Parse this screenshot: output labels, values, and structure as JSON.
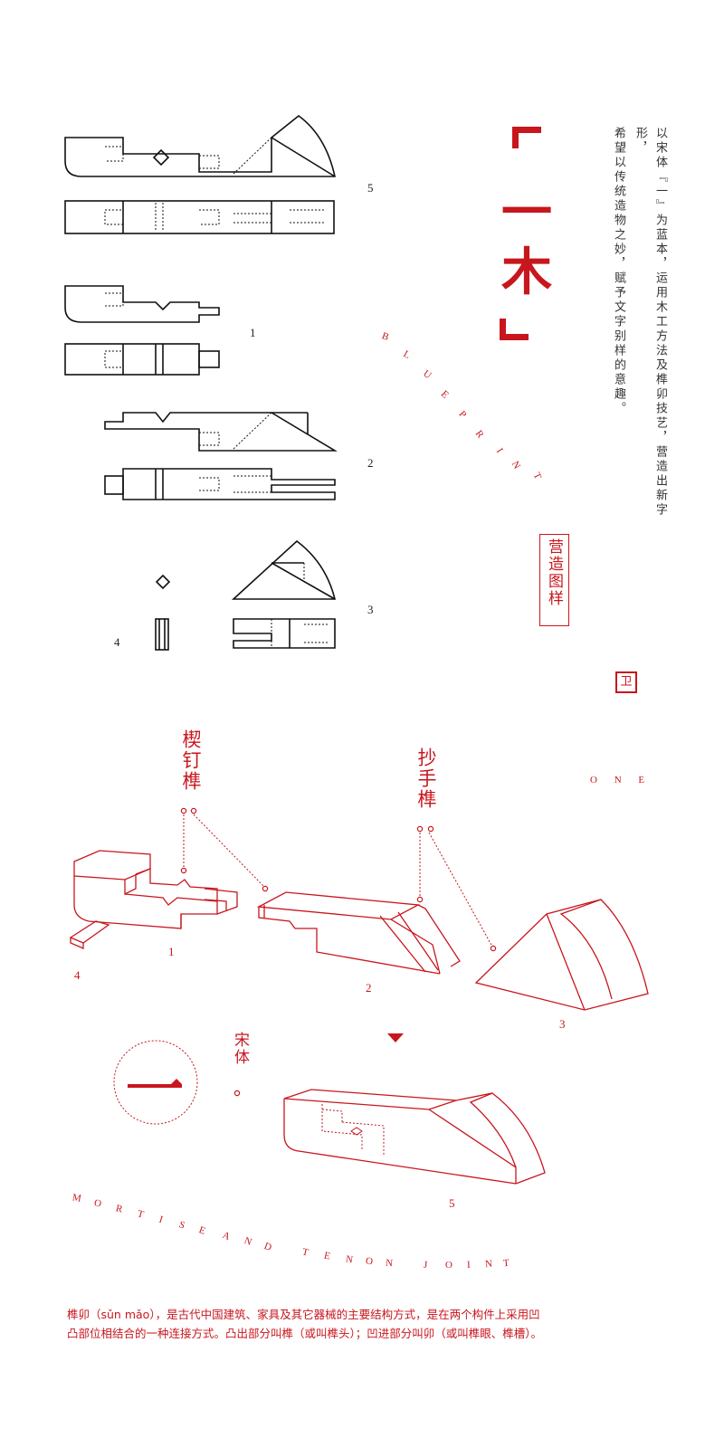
{
  "title": {
    "open": "『",
    "chars": [
      "一",
      "木"
    ],
    "close": "』"
  },
  "description_lines": [
    "以宋体『一』为蓝本，运用木工方法及榫卯技艺，营造出新字形，",
    "希望以传统造物之妙，赋予文字别样的意趣。"
  ],
  "stamp": "营造图样",
  "blueprint_letters": [
    "B",
    "L",
    "U",
    "E",
    "P",
    "R",
    "I",
    "N",
    "T"
  ],
  "one_label": "O N E",
  "mark_glyph": "卫",
  "blueprint_numbers": {
    "n5": "5",
    "n1": "1",
    "n2": "2",
    "n3": "3",
    "n4": "4"
  },
  "labels": {
    "xieding": "楔钉榫",
    "chaoshou": "抄手榫",
    "songti": "宋体"
  },
  "iso_numbers": {
    "n1": "1",
    "n2": "2",
    "n3": "3",
    "n4": "4",
    "n5": "5"
  },
  "circle_glyph": "一",
  "mortise_letters": [
    "M",
    "O",
    "R",
    "T",
    "I",
    "S",
    "E",
    "A",
    "N",
    "D",
    "T",
    "E",
    "N",
    "O",
    "N",
    "J",
    "O",
    "I",
    "N",
    "T"
  ],
  "caption_lines": [
    "榫卯（sǔn mǎo），是古代中国建筑、家具及其它器械的主要结构方式，是在两个构件上采用凹",
    "凸部位相结合的一种连接方式。凸出部分叫榫（或叫榫头）；凹进部分叫卯（或叫榫眼、榫槽）。"
  ],
  "colors": {
    "accent": "#c8161d",
    "ink": "#222222"
  }
}
